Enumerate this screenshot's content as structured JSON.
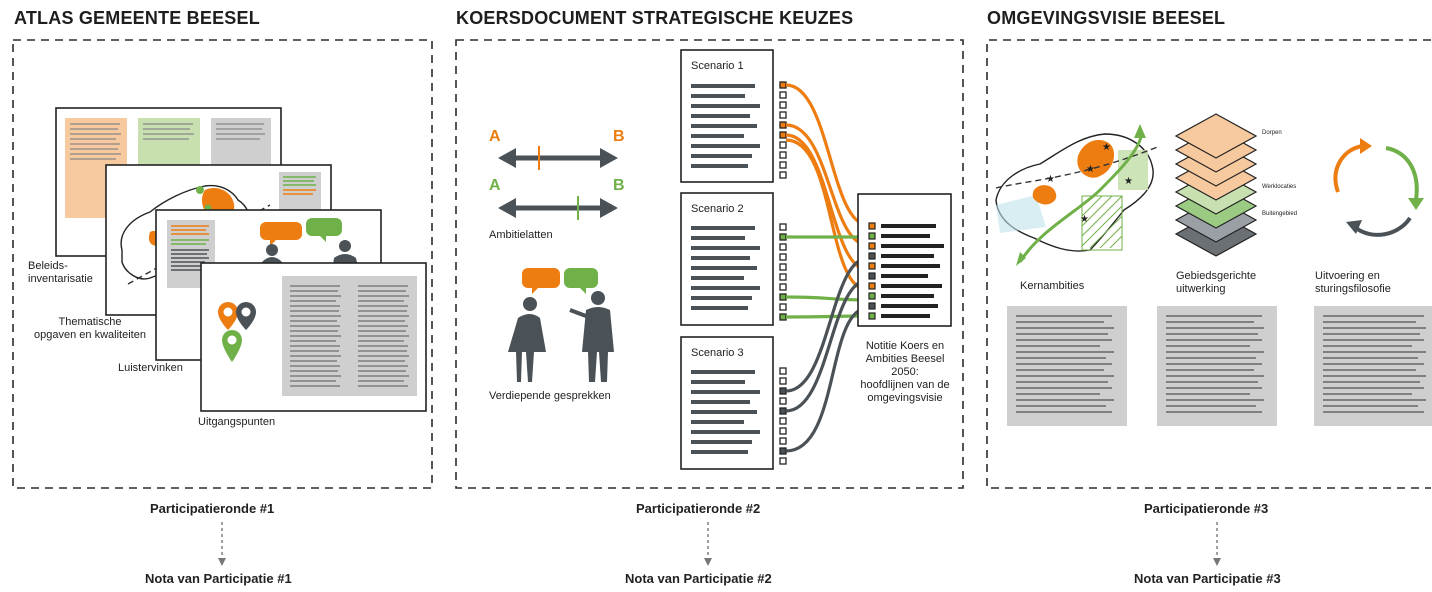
{
  "sections": [
    {
      "title": "ATLAS GEMEENTE BEESEL",
      "labels": [
        "Beleids-\ninventarisatie",
        "Thematische\nopgaven en kwaliteiten",
        "Luistervinken",
        "Uitgangspunten"
      ],
      "round": "Participatieronde #1",
      "nota": "Nota van Participatie #1"
    },
    {
      "title": "KOERSDOCUMENT STRATEGISCHE KEUZES",
      "ambition_a": "A",
      "ambition_b": "B",
      "ambitielatten": "Ambitielatten",
      "gesprekken": "Verdiepende gesprekken",
      "scenarios": [
        "Scenario 1",
        "Scenario 2",
        "Scenario 3"
      ],
      "notitie": "Notitie Koers en\nAmbities Beesel\n2050:\nhoofdlijnen van de\nomgevingsvisie",
      "round": "Participatieronde #2",
      "nota": "Nota van Participatie #2"
    },
    {
      "title": "OMGEVINGSVISIE BEESEL",
      "layers": [
        "Dorpen",
        "Werklocaties",
        "Buitengebied"
      ],
      "captions": [
        "Kernambities",
        "Gebiedsgerichte\nuitwerking",
        "Uitvoering en\nsturingsfilosofie"
      ],
      "round": "Participatieronde #3",
      "nota": "Nota van Participatie #3"
    }
  ],
  "colors": {
    "orange": "#ee7d11",
    "green": "#6fb148",
    "dark": "#4a5257",
    "peach": "#f6c99f",
    "lightgreen": "#c8e0b0",
    "grey": "#cfcfcf"
  }
}
